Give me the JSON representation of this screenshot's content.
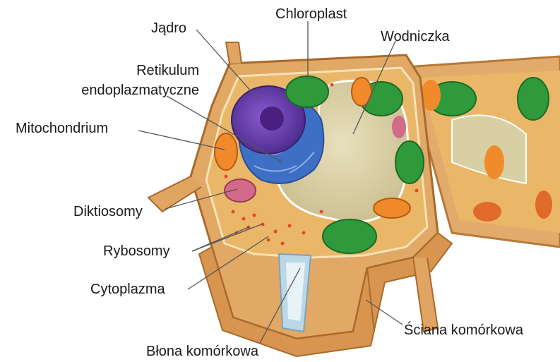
{
  "labels": {
    "jadro": "Jądro",
    "chloroplast": "Chloroplast",
    "wodniczka": "Wodniczka",
    "retikulum_1": "Retikulum",
    "retikulum_2": "endoplazmatyczne",
    "mitochondrium": "Mitochondrium",
    "diktiosomy": "Diktiosomy",
    "rybosomy": "Rybosomy",
    "cytoplazma": "Cytoplazma",
    "sciana": "Ściana komórkowa",
    "blona": "Błona komórkowa"
  },
  "colors": {
    "cell_wall": "#e2a866",
    "wall_dark": "#b87838",
    "cytoplasm": "#eab768",
    "nucleus": "#6a42b0",
    "er": "#3d6fc4",
    "vacuole": "#d9d0a5",
    "chloroplast": "#2f9a3c",
    "mitochondrion": "#f08a2a",
    "golgi": "#d46a8a",
    "membrane_window": "#bcd8e6",
    "leader_line": "#555555"
  }
}
